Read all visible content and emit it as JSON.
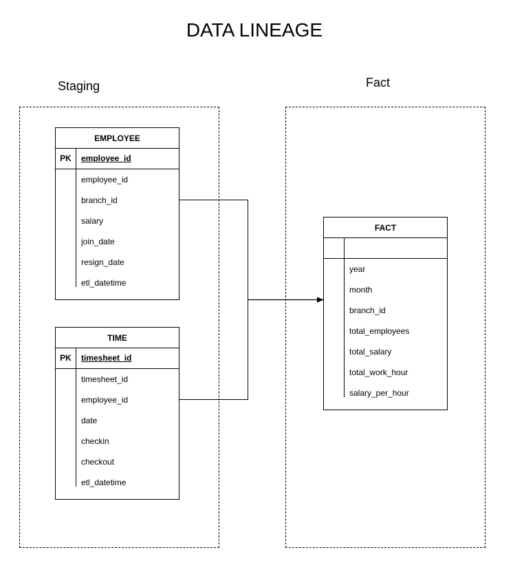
{
  "title": "DATA LINEAGE",
  "sections": {
    "staging": "Staging",
    "fact": "Fact"
  },
  "entities": {
    "employee": {
      "name": "EMPLOYEE",
      "pk_label": "PK",
      "pk_field": "employee_id",
      "fields": [
        "employee_id",
        "branch_id",
        "salary",
        "join_date",
        "resign_date",
        "etl_datetime"
      ]
    },
    "time": {
      "name": "TIME",
      "pk_label": "PK",
      "pk_field": "timesheet_id",
      "fields": [
        "timesheet_id",
        "employee_id",
        "date",
        "checkin",
        "checkout",
        "etl_datetime"
      ]
    },
    "fact": {
      "name": "FACT",
      "pk_label": "",
      "pk_field": "",
      "fields": [
        "year",
        "month",
        "branch_id",
        "total_employees",
        "total_salary",
        "total_work_hour",
        "salary_per_hour"
      ]
    }
  },
  "connections": [
    {
      "from": "EMPLOYEE.branch_id",
      "to": "FACT"
    },
    {
      "from": "TIME.employee_id",
      "to": "FACT"
    }
  ]
}
